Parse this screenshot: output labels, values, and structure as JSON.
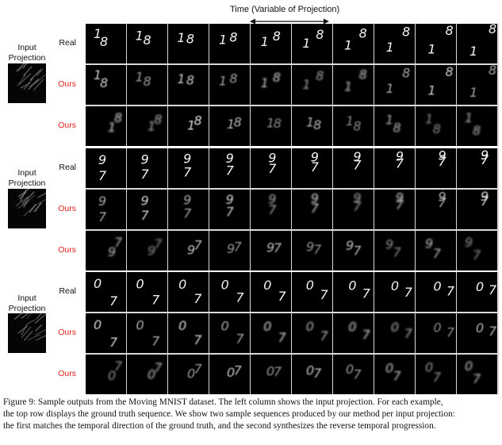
{
  "time_label": "Time (Variable of Projection)",
  "groups": [
    {
      "input_label_line1": "Input",
      "input_label_line2": "Projection",
      "rows": [
        {
          "label": "Real",
          "kind": "real",
          "text": [
            "18",
            "18",
            "18",
            "18",
            "18",
            "18",
            "18",
            "18",
            "18",
            "18"
          ]
        },
        {
          "label": "Ours",
          "kind": "ours",
          "text": [
            "18",
            "18",
            "18",
            "18",
            "18",
            "18",
            "18",
            "18",
            "18",
            "18"
          ]
        },
        {
          "label": "Ours",
          "kind": "ours",
          "text": [
            "18",
            "18",
            "18",
            "18",
            "18",
            "18",
            "18",
            "18",
            "18",
            "18"
          ]
        }
      ]
    },
    {
      "input_label_line1": "Input",
      "input_label_line2": "Projection",
      "rows": [
        {
          "label": "Real",
          "kind": "real",
          "text": [
            "97",
            "97",
            "97",
            "97",
            "97",
            "97",
            "97",
            "97",
            "97",
            "97"
          ]
        },
        {
          "label": "Ours",
          "kind": "ours",
          "text": [
            "97",
            "97",
            "97",
            "97",
            "97",
            "97",
            "97",
            "97",
            "97",
            "97"
          ]
        },
        {
          "label": "Ours",
          "kind": "ours",
          "text": [
            "97",
            "97",
            "97",
            "97",
            "97",
            "97",
            "97",
            "97",
            "97",
            "97"
          ]
        }
      ]
    },
    {
      "input_label_line1": "Input",
      "input_label_line2": "Projection",
      "rows": [
        {
          "label": "Real",
          "kind": "real",
          "text": [
            "07",
            "07",
            "07",
            "07",
            "07",
            "07",
            "07",
            "07",
            "07",
            "07"
          ]
        },
        {
          "label": "Ours",
          "kind": "ours",
          "text": [
            "07",
            "07",
            "07",
            "07",
            "07",
            "07",
            "07",
            "07",
            "07",
            "07"
          ]
        },
        {
          "label": "Ours",
          "kind": "ours",
          "text": [
            "07",
            "07",
            "07",
            "07",
            "07",
            "07",
            "07",
            "07",
            "07",
            "07"
          ]
        }
      ]
    }
  ],
  "caption": {
    "line1": "Figure 9: Sample outputs from the Moving MNIST dataset. The left column shows the input projection. For each example,",
    "line2": "the top row displays the ground truth sequence. We show two sample sequences produced by our method per input projection:",
    "line3": "the first matches the temporal direction of the ground truth, and the second synthesizes the reverse temporal progression."
  }
}
